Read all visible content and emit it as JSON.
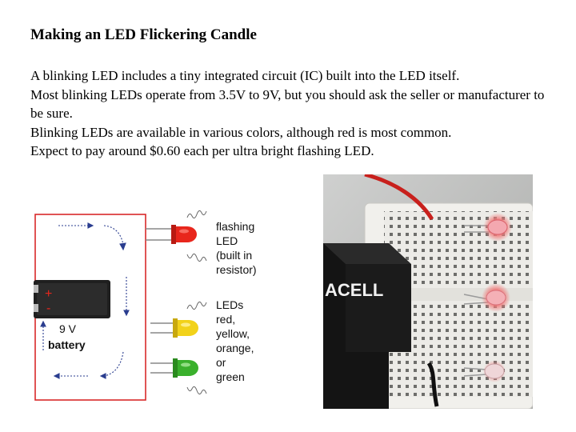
{
  "title": "Making an LED Flickering Candle",
  "paragraphs": [
    "A blinking LED includes a tiny integrated circuit (IC) built into the LED itself.",
    "Most blinking LEDs operate from 3.5V to 9V, but you should ask the seller or manufacturer to be sure.",
    "Blinking LEDs are available in various colors, although red is most common.",
    "Expect to pay around $0.60 each per ultra bright flashing LED."
  ],
  "diagram": {
    "battery_plus": "+",
    "battery_minus": "-",
    "battery_voltage": "9 V",
    "battery_label": "battery",
    "flashing_label": [
      "flashing",
      "LED",
      "(built in",
      "resistor)"
    ],
    "colors_label": [
      "LEDs",
      "red,",
      "yellow,",
      "orange,",
      "or",
      "green"
    ],
    "led_colors": [
      "#e8261c",
      "#f2d21a",
      "#3ab02c"
    ],
    "wire_color": "#d9292a"
  },
  "photo": {
    "battery_brand": "ACELL",
    "led_count": 3
  }
}
